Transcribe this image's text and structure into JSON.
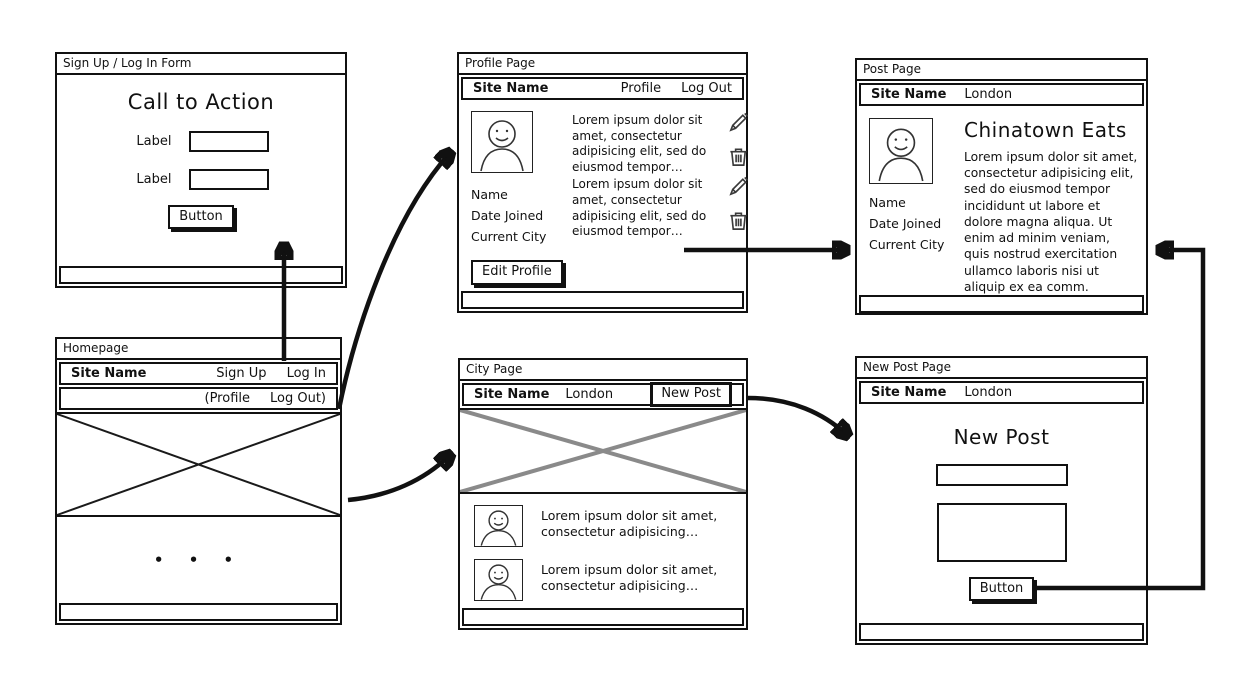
{
  "windows": {
    "signup": {
      "title": "Sign Up / Log In Form",
      "heading": "Call to Action",
      "fields": [
        {
          "label": "Label"
        },
        {
          "label": "Label"
        }
      ],
      "button": "Button"
    },
    "homepage": {
      "title": "Homepage",
      "site_name": "Site Name",
      "link_signup": "Sign Up",
      "link_login": "Log In",
      "alt_profile": "(Profile",
      "alt_logout": "Log Out)",
      "dots": "• • •"
    },
    "profile": {
      "title": "Profile Page",
      "site_name": "Site Name",
      "link_profile": "Profile",
      "link_logout": "Log Out",
      "posts": [
        {
          "text": "Lorem ipsum dolor sit amet, consectetur adipisicing elit, sed do eiusmod tempor…"
        },
        {
          "text": "Lorem ipsum dolor sit amet, consectetur adipisicing elit, sed do eiusmod tempor…"
        }
      ],
      "meta_labels": [
        "Name",
        "Date Joined",
        "Current City"
      ],
      "edit_button": "Edit Profile"
    },
    "post": {
      "title": "Post Page",
      "site_name": "Site Name",
      "city": "London",
      "heading": "Chinatown Eats",
      "body": "Lorem ipsum dolor sit amet, consectetur adipisicing elit, sed do eiusmod tempor incididunt ut labore et dolore magna aliqua. Ut enim ad minim veniam, quis nostrud exercitation ullamco laboris nisi ut aliquip ex ea comm.",
      "meta_labels": [
        "Name",
        "Date Joined",
        "Current City"
      ]
    },
    "city": {
      "title": "City Page",
      "site_name": "Site Name",
      "city": "London",
      "new_post_button": "New Post",
      "items": [
        {
          "text": "Lorem ipsum dolor sit amet, consectetur adipisicing…"
        },
        {
          "text": "Lorem ipsum dolor sit amet, consectetur adipisicing…"
        }
      ]
    },
    "newpost": {
      "title": "New Post Page",
      "site_name": "Site Name",
      "city": "London",
      "heading": "New Post",
      "button": "Button"
    }
  },
  "colors": {
    "ink": "#111111",
    "placeholder_x_black": "#1a1a1a",
    "placeholder_x_gray": "#8a8a8a",
    "icon_gray": "#3a3a3a"
  }
}
